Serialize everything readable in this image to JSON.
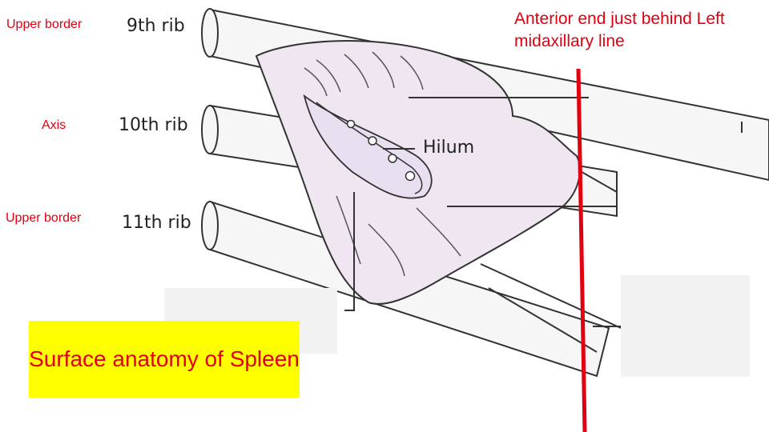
{
  "labels": {
    "upper_border_top": "Upper border",
    "axis": "Axis",
    "upper_border_bottom": "Upper border",
    "anterior_end": "Anterior end just behind Left midaxillary line",
    "caption": "Surface anatomy of Spleen"
  },
  "figure": {
    "rib_9": "9th rib",
    "rib_10": "10th rib",
    "rib_11": "11th rib",
    "hilum": "Hilum"
  },
  "colors": {
    "label_red": "#e0000f",
    "caption_bg": "#ffff00",
    "spleen_fill": "#efe6f2",
    "midaxillary_line": "#e0000f"
  }
}
